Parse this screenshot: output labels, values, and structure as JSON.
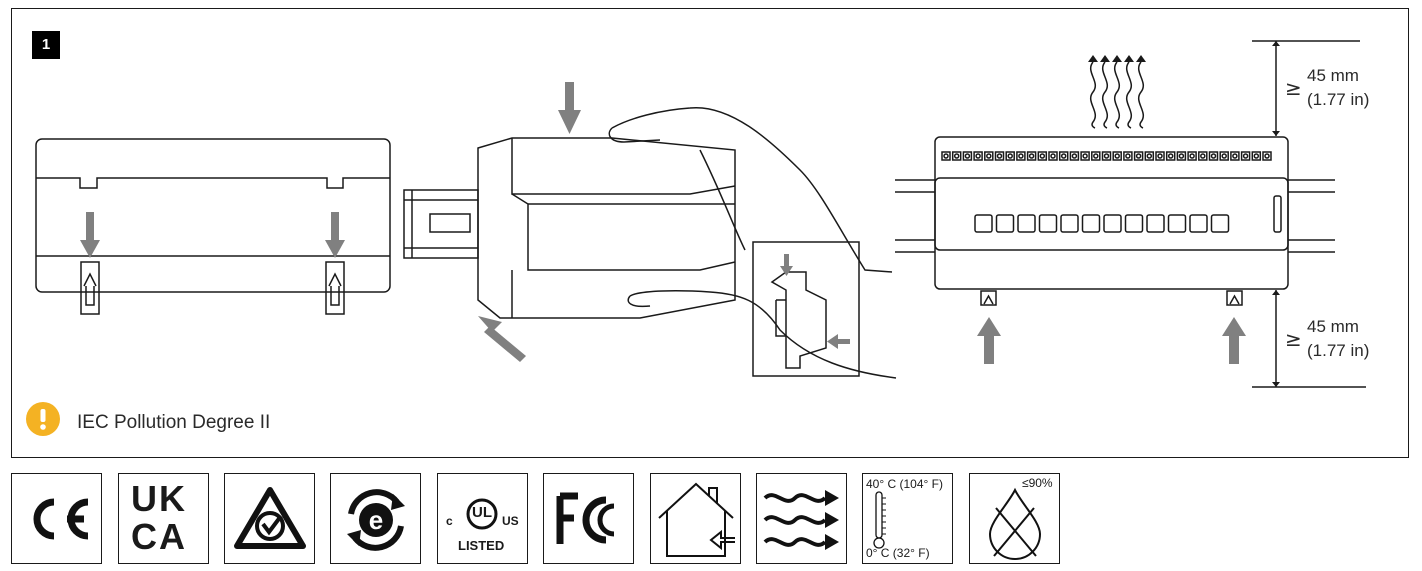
{
  "step": {
    "number": "1"
  },
  "note": {
    "icon": "warning-icon",
    "text": "IEC Pollution Degree II",
    "color": "#f4b223"
  },
  "clearance": {
    "top": {
      "symbol": "≥",
      "value": "45 mm",
      "imperial": "(1.77 in)"
    },
    "bottom": {
      "symbol": "≥",
      "value": "45 mm",
      "imperial": "(1.77 in)"
    }
  },
  "certifications": [
    {
      "name": "CE",
      "text": "CE"
    },
    {
      "name": "UKCA",
      "line1": "UK",
      "line2": "CA"
    },
    {
      "name": "RCM",
      "icon": "rcm-icon"
    },
    {
      "name": "e-recycle",
      "icon": "recycle-e-icon",
      "text": "e"
    },
    {
      "name": "cULus",
      "left": "c",
      "center": "UL",
      "right": "US",
      "bottom": "LISTED"
    },
    {
      "name": "FCC",
      "text": "FC"
    },
    {
      "name": "indoor-use",
      "icon": "house-icon"
    },
    {
      "name": "ventilation",
      "icon": "airflow-icon"
    },
    {
      "name": "temperature",
      "max": "40° C (104° F)",
      "min": "0° C (32° F)"
    },
    {
      "name": "humidity",
      "max": "≤90%",
      "icon": "humidity-icon"
    }
  ],
  "colors": {
    "line": "#1a1a1a",
    "arrow": "#808080",
    "warning": "#f4b223"
  }
}
